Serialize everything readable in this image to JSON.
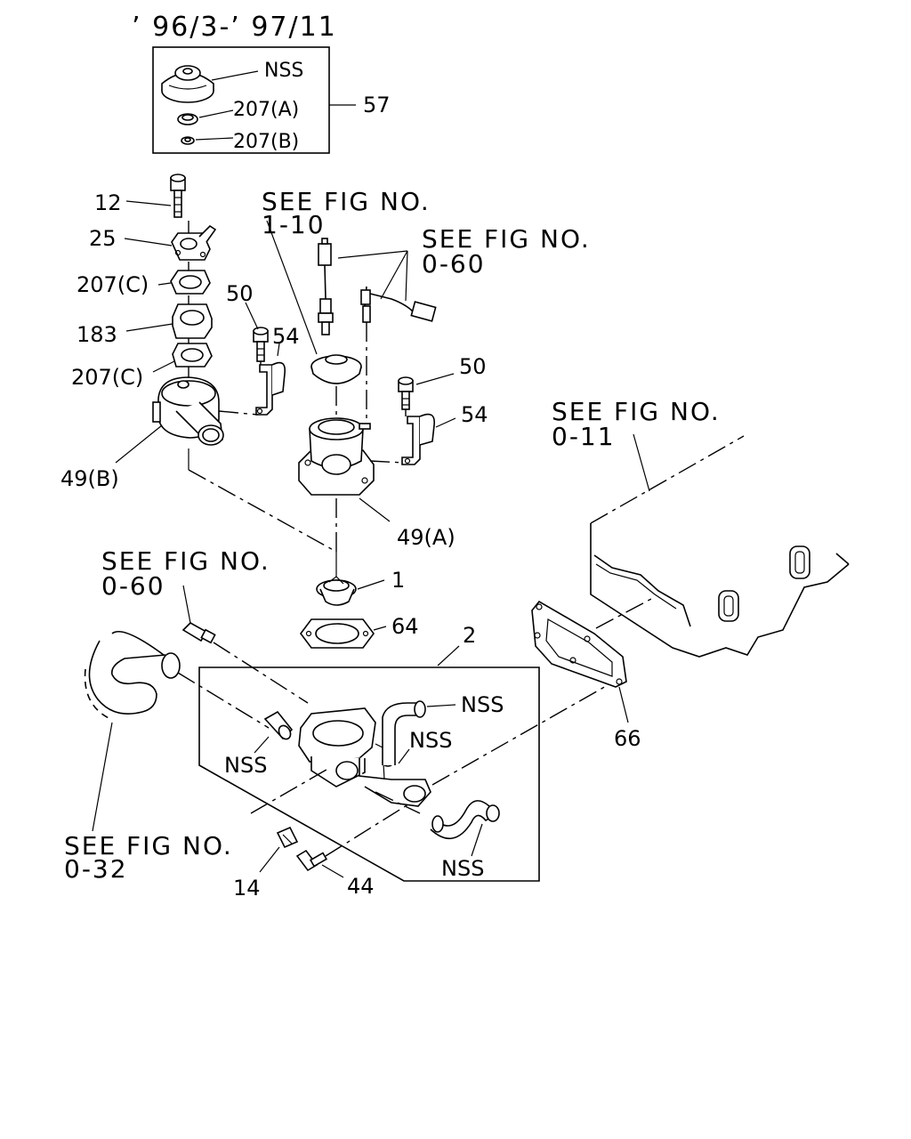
{
  "header": {
    "date_range": "’ 96/3-’ 97/11"
  },
  "inset": {
    "nss": "NSS",
    "seal_a": "207(A)",
    "seal_b": "207(B)",
    "assembly": "57"
  },
  "callouts": {
    "p12": "12",
    "p25": "25",
    "p207c_1": "207(C)",
    "p183": "183",
    "p207c_2": "207(C)",
    "p49b": "49(B)",
    "p50_left": "50",
    "p54_left": "54",
    "p50_right": "50",
    "p54_right": "54",
    "p49a": "49(A)",
    "p1": "1",
    "p64": "64",
    "p2": "2",
    "nss_top": "NSS",
    "nss_mid": "NSS",
    "nss_left": "NSS",
    "nss_bottom": "NSS",
    "p66": "66",
    "p14": "14",
    "p44": "44"
  },
  "references": {
    "fig_1_10": [
      "SEE FIG NO.",
      "1-10"
    ],
    "fig_0_60_top": [
      "SEE FIG NO.",
      "0-60"
    ],
    "fig_0_11": [
      "SEE FIG NO.",
      "0-11"
    ],
    "fig_0_60_left": [
      "SEE FIG NO.",
      "0-60"
    ],
    "fig_0_32": [
      "SEE FIG NO.",
      "0-32"
    ]
  }
}
